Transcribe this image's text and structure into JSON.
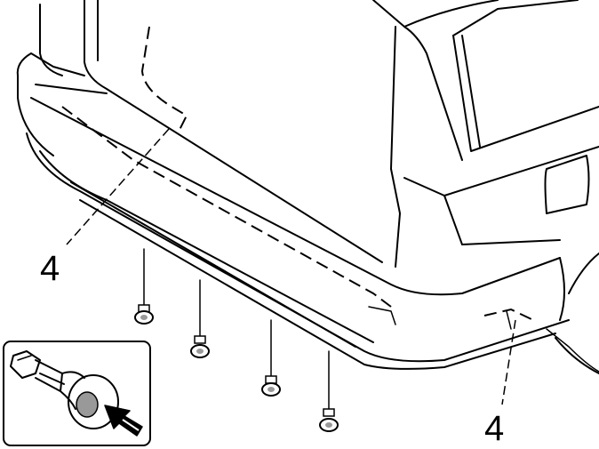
{
  "callouts": {
    "left_label": "4",
    "right_label": "4"
  },
  "colors": {
    "line": "#000000",
    "background": "#ffffff",
    "clip_shade": "#999999"
  },
  "icons": [
    "rear-bumper-drawing",
    "push-clip-icon",
    "insert-arrow-icon"
  ]
}
